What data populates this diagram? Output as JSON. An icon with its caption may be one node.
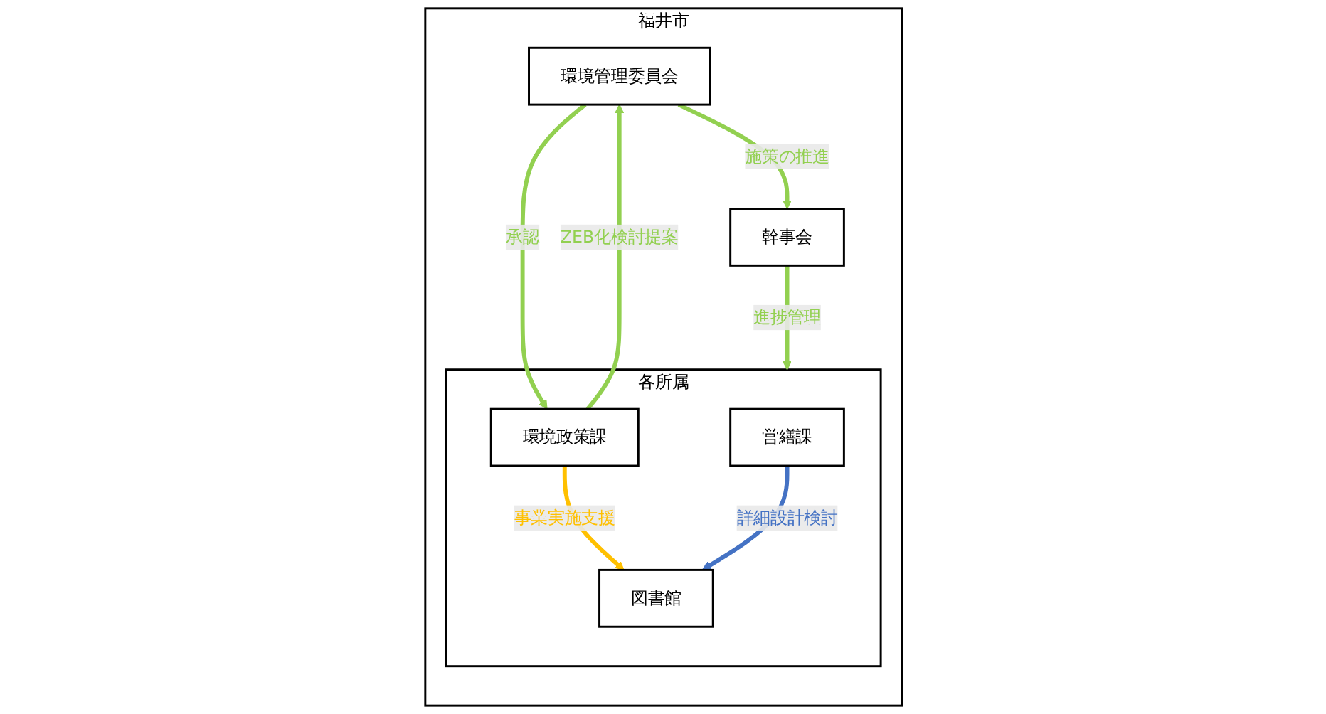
{
  "diagram": {
    "nodes": [
      {
        "text": [
          "福井市"
        ]
      },
      {
        "text": [
          "環境管理委員会"
        ],
        "in": 0
      },
      {
        "text": [
          "幹事会"
        ],
        "in": 0
      },
      {
        "text": [
          "各所属"
        ],
        "in": 0
      },
      {
        "text": [
          "営繕課"
        ],
        "in": 3
      },
      {
        "text": [
          "環境政策課"
        ],
        "in": 3
      },
      {
        "text": [
          "図書館"
        ],
        "in": 3
      }
    ],
    "edges": [
      {
        "from": 1,
        "to": 2,
        "arrow": "to",
        "label": "施策の推進"
      },
      {
        "from": 2,
        "to": 3,
        "arrow": "to",
        "label": "進捗管理"
      },
      {
        "from": 1,
        "to": 5,
        "arrow": "to",
        "label": "承認"
      },
      {
        "from": 5,
        "to": 1,
        "arrow": "to",
        "label": "ZEB化検討提案"
      },
      {
        "from": 5,
        "to": 6,
        "arrow": "to",
        "label": "事業実施支援",
        "color": "#ffc000"
      },
      {
        "from": 4,
        "to": 6,
        "arrow": "to",
        "label": "詳細設計検討",
        "color": "#4472c4"
      }
    ]
  }
}
